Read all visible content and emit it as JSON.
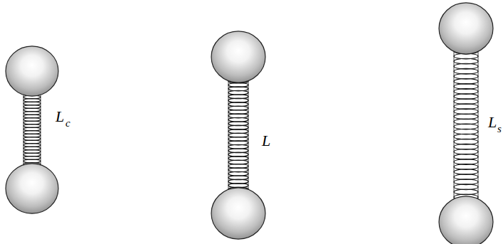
{
  "diagram": {
    "labels": [
      "L",
      "c",
      "L",
      "L",
      "s"
    ]
  }
}
